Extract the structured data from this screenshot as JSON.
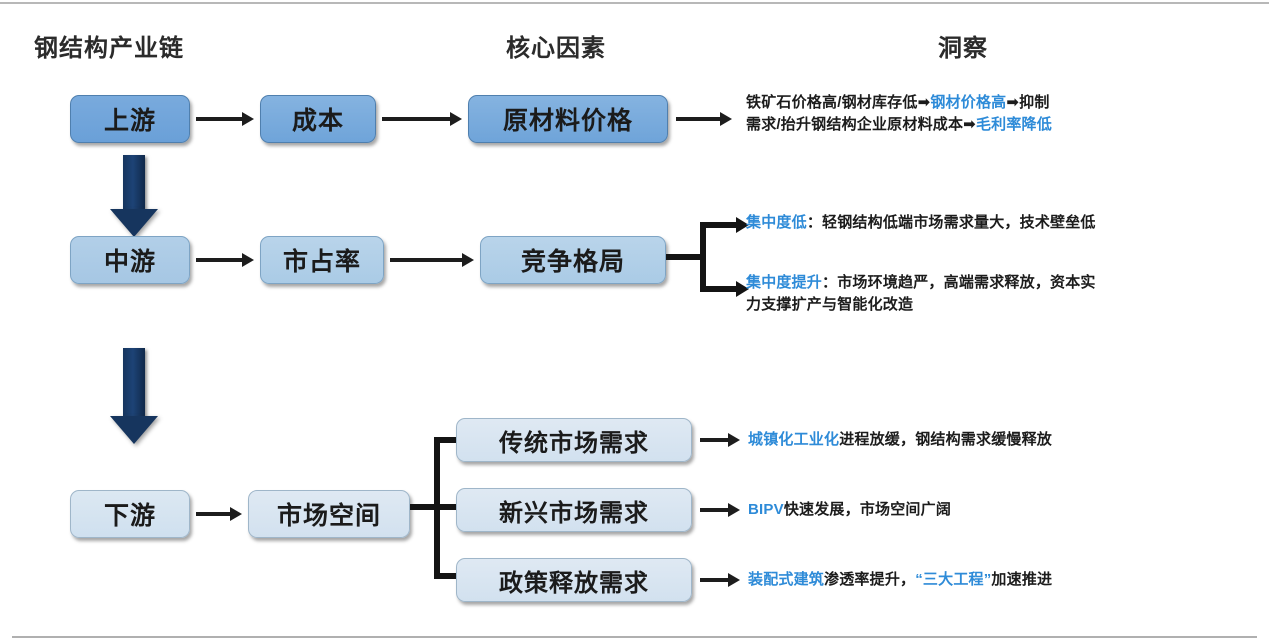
{
  "headers": [
    {
      "label": "钢结构产业链"
    },
    {
      "label": "核心因素"
    },
    {
      "label": "洞察"
    }
  ],
  "colors": {
    "highlight": "#2e8bd8",
    "text": "#1c1c1c",
    "arrow_navy": "#16355e",
    "node_upstream": "#6aa0d8",
    "node_midstream": "#a6c7e4",
    "node_downstream": "#cfe0ef",
    "connector": "#141414"
  },
  "chain": {
    "upstream": {
      "tier_label": "上游",
      "factor_label": "成本",
      "driver_label": "原材料价格"
    },
    "midstream": {
      "tier_label": "中游",
      "factor_label": "市占率",
      "driver_label": "竞争格局"
    },
    "downstream": {
      "tier_label": "下游",
      "factor_label": "市场空间",
      "driver_labels": [
        "传统市场需求",
        "新兴市场需求",
        "政策释放需求"
      ]
    }
  },
  "insights": {
    "upstream": {
      "line1_a": "铁矿石价格高/钢材库存低",
      "line1_arrow1": "➡",
      "line1_hl": "钢材价格高",
      "line1_arrow2": "➡",
      "line1_b": "抑制",
      "line2_a": "需求/抬升钢结构企业原材料成本",
      "line2_arrow": "➡",
      "line2_hl": "毛利率降低"
    },
    "midstream": [
      {
        "hl": "集中度低",
        "sep": "：",
        "rest": "轻钢结构低端市场需求量大，技术壁垒低"
      },
      {
        "hl": "集中度提升",
        "sep": "：",
        "rest": "市场环境趋严，高端需求释放，资本实",
        "rest2": "力支撑扩产与智能化改造"
      }
    ],
    "downstream": [
      {
        "hl": "城镇化工业化",
        "rest": "进程放缓，钢结构需求缓慢释放"
      },
      {
        "hl": "BIPV",
        "rest": "快速发展，市场空间广阔"
      },
      {
        "hl_a": "装配式建筑",
        "mid": "渗透率提升，",
        "hl_b": "“三大工程”",
        "rest": "加速推进"
      }
    ]
  }
}
